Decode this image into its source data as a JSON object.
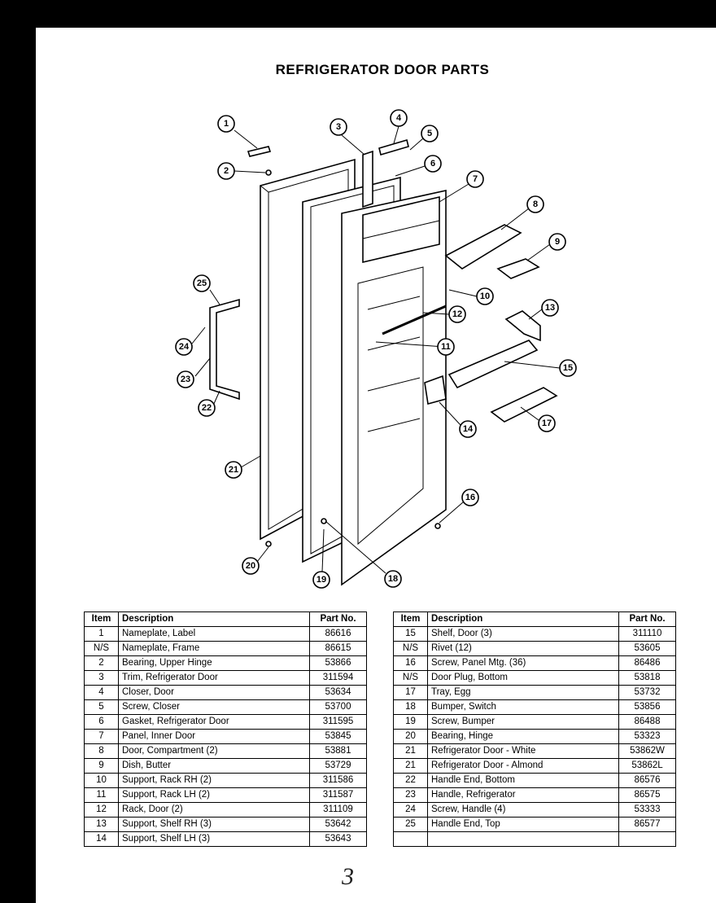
{
  "title": "REFRIGERATOR DOOR PARTS",
  "callouts": [
    "1",
    "2",
    "3",
    "4",
    "5",
    "6",
    "7",
    "8",
    "9",
    "10",
    "11",
    "12",
    "13",
    "14",
    "15",
    "16",
    "17",
    "18",
    "19",
    "20",
    "21",
    "22",
    "23",
    "24",
    "25"
  ],
  "table_headers": {
    "item": "Item",
    "description": "Description",
    "part_no": "Part No."
  },
  "left_table": [
    {
      "item": "1",
      "description": "Nameplate, Label",
      "part_no": "86616"
    },
    {
      "item": "N/S",
      "description": "Nameplate, Frame",
      "part_no": "86615"
    },
    {
      "item": "2",
      "description": "Bearing, Upper Hinge",
      "part_no": "53866"
    },
    {
      "item": "3",
      "description": "Trim, Refrigerator Door",
      "part_no": "311594"
    },
    {
      "item": "4",
      "description": "Closer, Door",
      "part_no": "53634"
    },
    {
      "item": "5",
      "description": "Screw, Closer",
      "part_no": "53700"
    },
    {
      "item": "6",
      "description": "Gasket, Refrigerator Door",
      "part_no": "311595"
    },
    {
      "item": "7",
      "description": "Panel, Inner Door",
      "part_no": "53845"
    },
    {
      "item": "8",
      "description": "Door, Compartment (2)",
      "part_no": "53881"
    },
    {
      "item": "9",
      "description": "Dish, Butter",
      "part_no": "53729"
    },
    {
      "item": "10",
      "description": "Support, Rack RH (2)",
      "part_no": "311586"
    },
    {
      "item": "11",
      "description": "Support, Rack LH (2)",
      "part_no": "311587"
    },
    {
      "item": "12",
      "description": "Rack, Door (2)",
      "part_no": "311109"
    },
    {
      "item": "13",
      "description": "Support, Shelf RH (3)",
      "part_no": "53642"
    },
    {
      "item": "14",
      "description": "Support, Shelf LH (3)",
      "part_no": "53643"
    }
  ],
  "right_table": [
    {
      "item": "15",
      "description": "Shelf, Door (3)",
      "part_no": "311110"
    },
    {
      "item": "N/S",
      "description": "Rivet (12)",
      "part_no": "53605"
    },
    {
      "item": "16",
      "description": "Screw, Panel Mtg. (36)",
      "part_no": "86486"
    },
    {
      "item": "N/S",
      "description": "Door Plug, Bottom",
      "part_no": "53818"
    },
    {
      "item": "17",
      "description": "Tray, Egg",
      "part_no": "53732"
    },
    {
      "item": "18",
      "description": "Bumper, Switch",
      "part_no": "53856"
    },
    {
      "item": "19",
      "description": "Screw, Bumper",
      "part_no": "86488"
    },
    {
      "item": "20",
      "description": "Bearing, Hinge",
      "part_no": "53323"
    },
    {
      "item": "21",
      "description": "Refrigerator Door - White",
      "part_no": "53862W"
    },
    {
      "item": "21",
      "description": "Refrigerator Door - Almond",
      "part_no": "53862L"
    },
    {
      "item": "22",
      "description": "Handle End, Bottom",
      "part_no": "86576"
    },
    {
      "item": "23",
      "description": "Handle, Refrigerator",
      "part_no": "86575"
    },
    {
      "item": "24",
      "description": "Screw, Handle (4)",
      "part_no": "53333"
    },
    {
      "item": "25",
      "description": "Handle End, Top",
      "part_no": "86577"
    },
    {
      "item": "",
      "description": "",
      "part_no": ""
    }
  ],
  "page_number": "3"
}
